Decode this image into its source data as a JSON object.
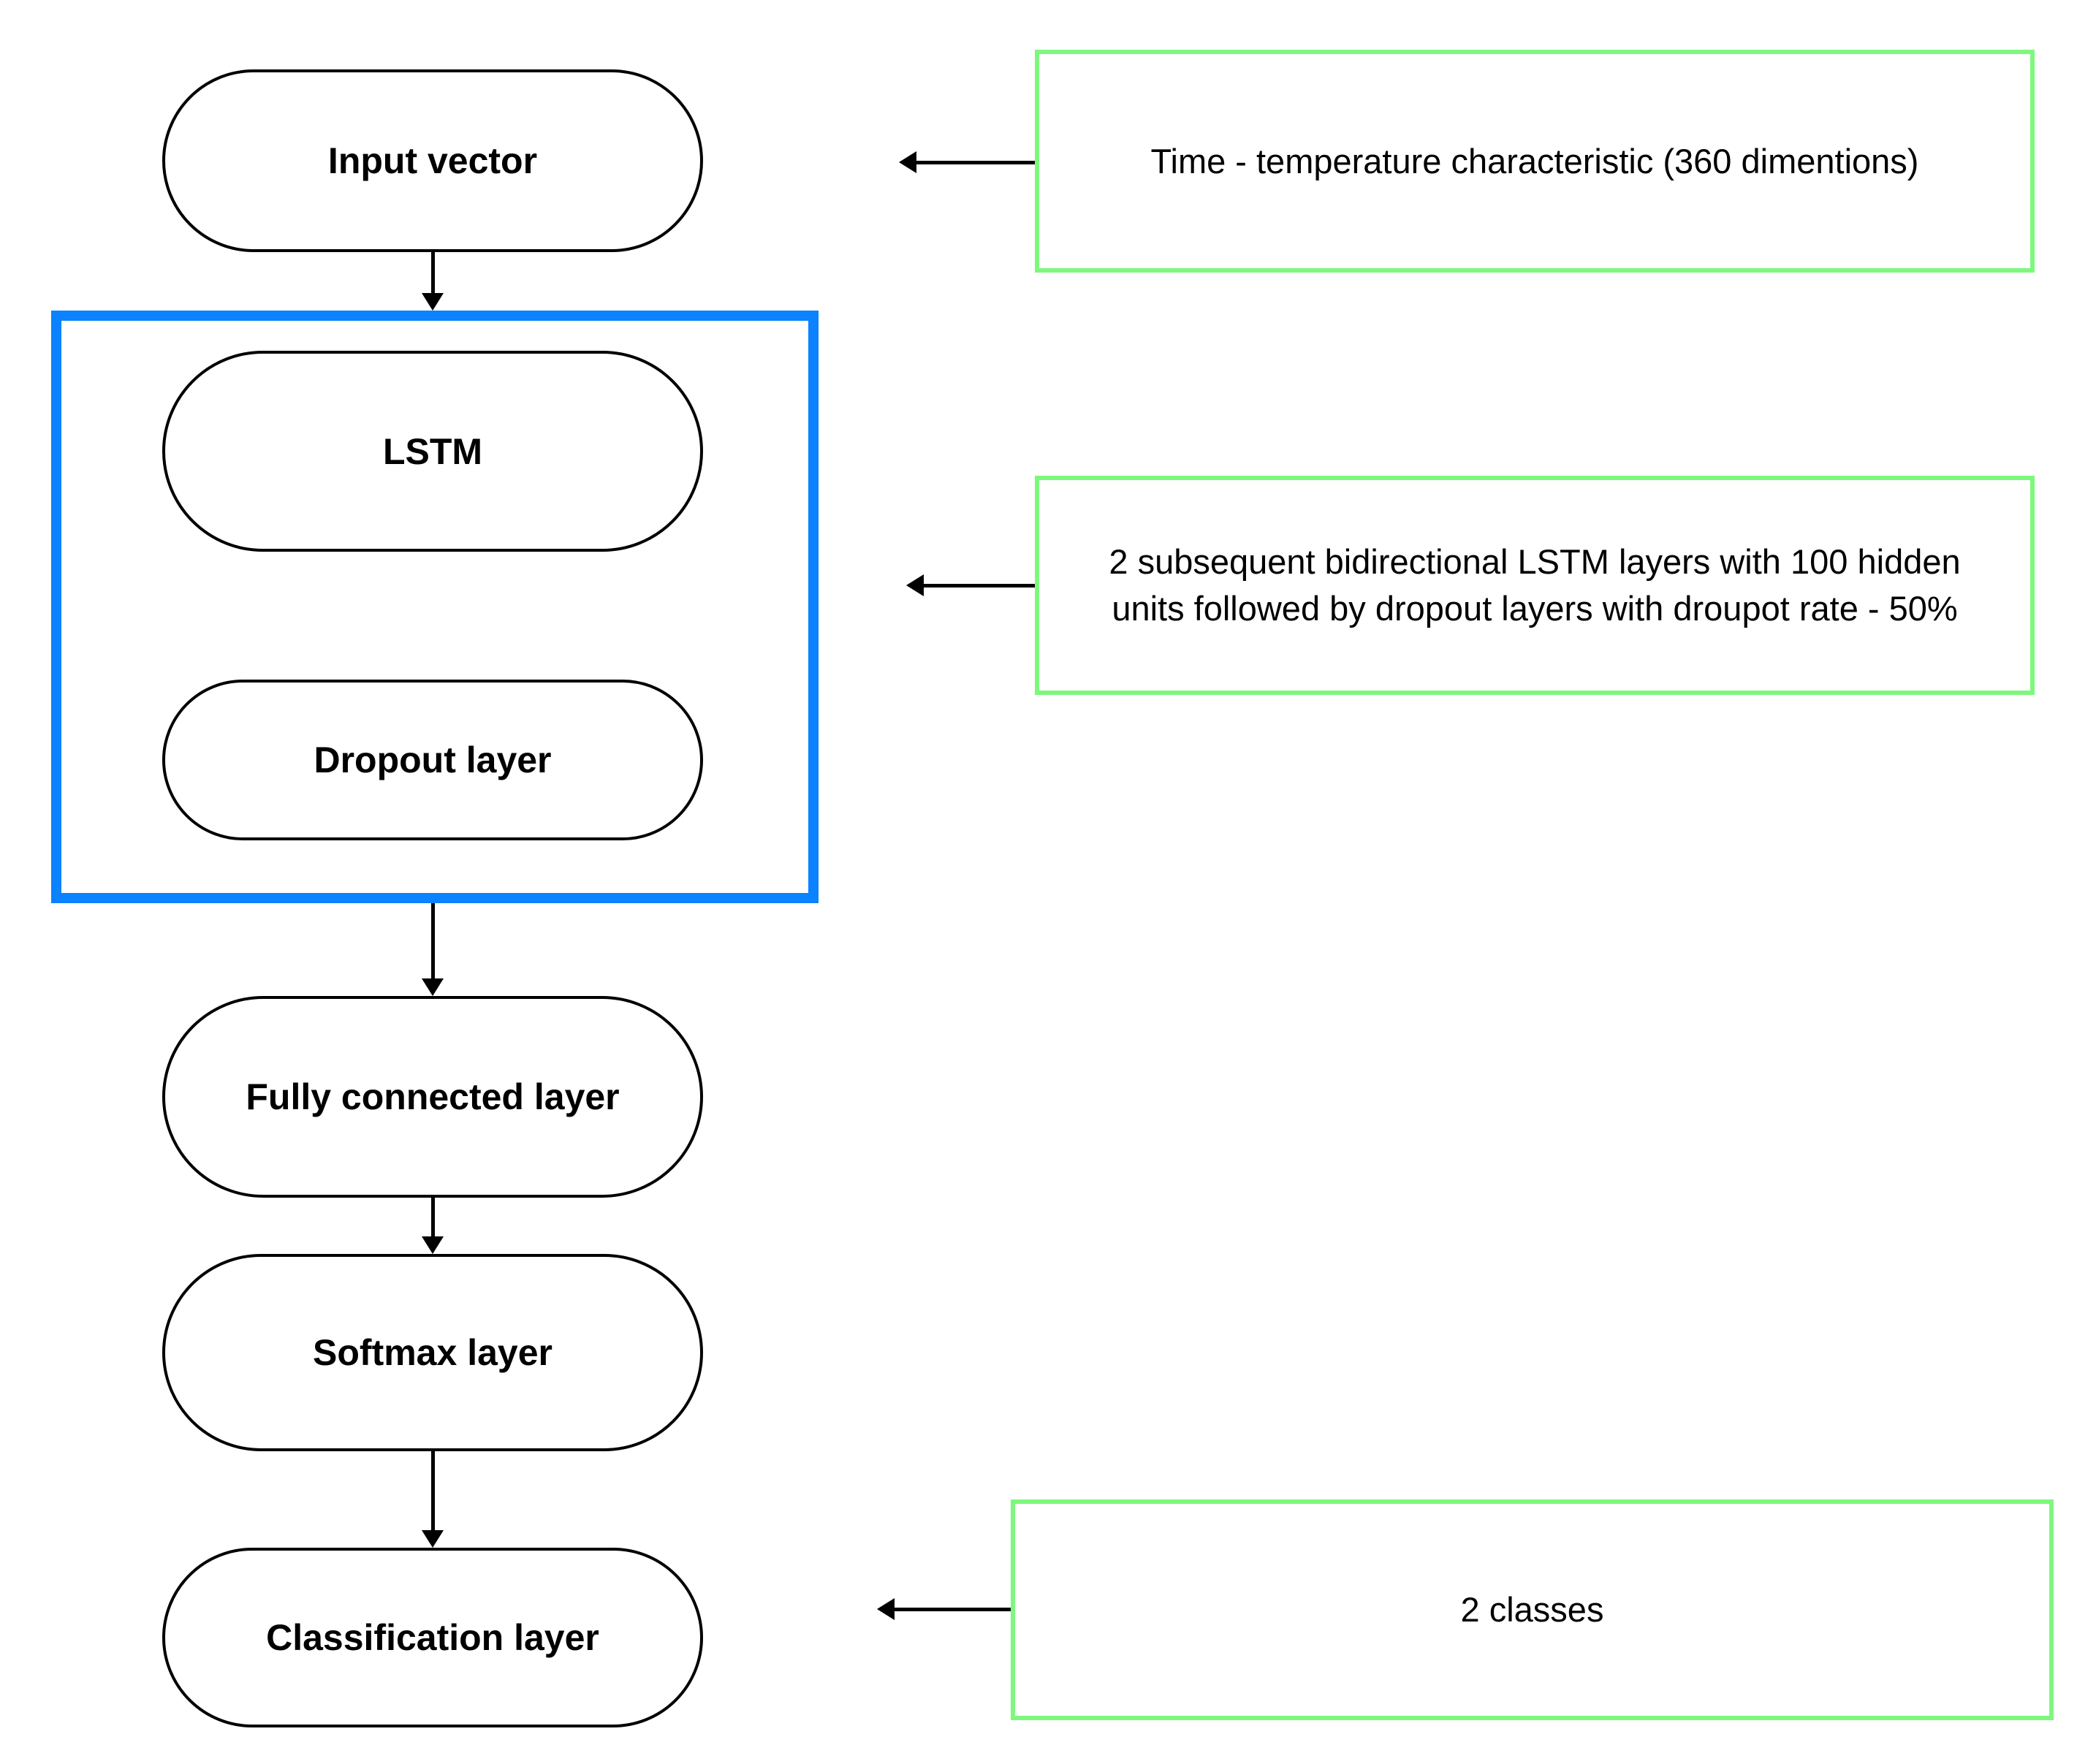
{
  "colors": {
    "background": "#ffffff",
    "group_border": "#0b82ff",
    "annotation_border": "#7df87d",
    "shape_border": "#000000",
    "arrow": "#000000",
    "text": "#000000"
  },
  "flowchart": {
    "nodes": [
      {
        "id": "input-vector",
        "label": "Input vector"
      },
      {
        "id": "lstm",
        "label": "LSTM"
      },
      {
        "id": "dropout-layer",
        "label": "Dropout layer"
      },
      {
        "id": "fully-connected-layer",
        "label": "Fully connected layer"
      },
      {
        "id": "softmax-layer",
        "label": "Softmax layer"
      },
      {
        "id": "classification-layer",
        "label": "Classification layer"
      }
    ],
    "group": {
      "id": "lstm-dropout-group",
      "contains": [
        "lstm",
        "dropout-layer"
      ]
    }
  },
  "annotations": [
    {
      "target": "input-vector",
      "text": "Time - temperature characteristic (360 dimentions)"
    },
    {
      "target": "lstm-dropout-group",
      "lines": [
        "2 subsequent bidirectional LSTM layers with 100 hidden",
        "units followed by dropout layers with droupot rate - 50%"
      ]
    },
    {
      "target": "classification-layer",
      "text": "2 classes"
    }
  ]
}
